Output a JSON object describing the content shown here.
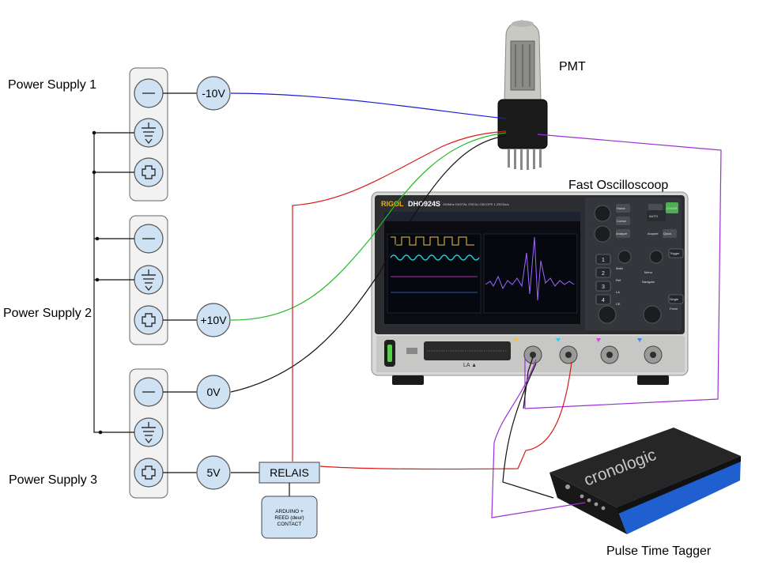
{
  "labels": {
    "ps1": "Power Supply 1",
    "ps2": "Power Supply 2",
    "ps3": "Power Supply 3",
    "pmt": "PMT",
    "scope": "Fast Oscilloscoop",
    "tagger": "Pulse Time Tagger"
  },
  "voltages": {
    "minus10": "-10V",
    "plus10": "+10V",
    "zero": "0V",
    "five": "5V"
  },
  "relay": {
    "label": "RELAIS"
  },
  "arduino": {
    "lines": [
      "ARDUINO +",
      "REED (deur)",
      "CONTACT"
    ]
  },
  "scope_device": {
    "brand": "RIGOL",
    "model": "DHO924S",
    "spec": "250MHz  DIGITAL OSCILLOSCOPE  1.25GSa/s",
    "la_label": "LA ▲",
    "buttons": [
      "Home",
      "Cursor",
      "Analyze",
      "Acquire",
      "Quick",
      "Math",
      "Ref",
      "LA",
      "CE",
      "Menu",
      "Navigate",
      "Trigger",
      "Single",
      "Force",
      "AUTO",
      "CLEAR"
    ],
    "channels": [
      "1",
      "2",
      "3",
      "4"
    ]
  },
  "tagger_device": {
    "brand": "cronologic"
  },
  "colors": {
    "wire_blue": "#1a1adb",
    "wire_red": "#d81b1b",
    "wire_green": "#22bb22",
    "wire_black": "#111111",
    "wire_purple": "#9b2fd6",
    "terminal_fill": "#cfe2f3",
    "tagger_accent": "#1f5fcf"
  }
}
